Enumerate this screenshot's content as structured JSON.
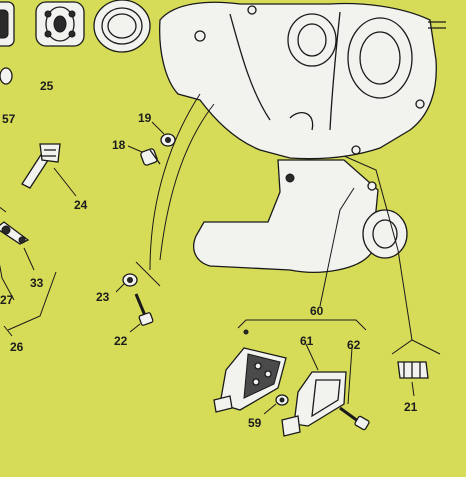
{
  "callouts": {
    "p25": "25",
    "p57": "57",
    "p19": "19",
    "p18": "18",
    "p24": "24",
    "p33": "33",
    "p27": "27",
    "p26": "26",
    "p23": "23",
    "p22": "22",
    "p60": "60",
    "p61": "61",
    "p62": "62",
    "p21": "21",
    "p59": "59"
  },
  "colors": {
    "background": "#d7dc58",
    "ink": "#1a1a1a",
    "part_fill": "#f2f2ee"
  }
}
